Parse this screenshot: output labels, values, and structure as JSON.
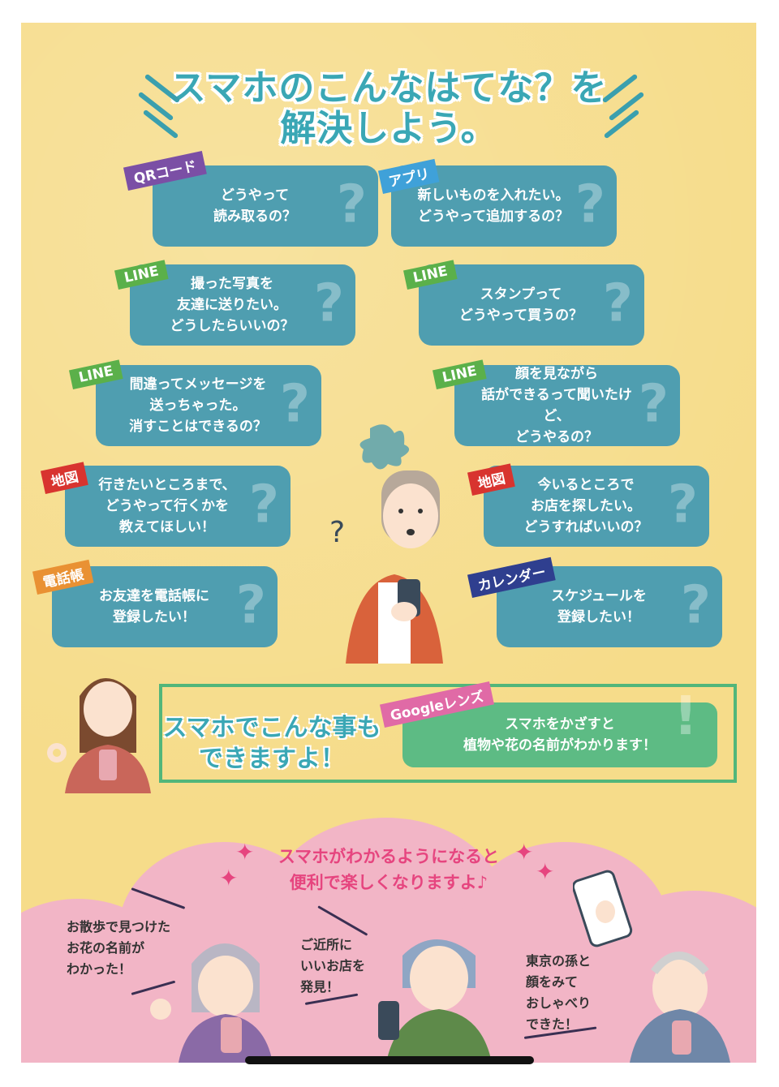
{
  "title": {
    "line1": "スマホのこんなはてな？を",
    "line2": "解決しよう。"
  },
  "questions": [
    {
      "tag": "QRコード",
      "tag_color": "#7b4fa5",
      "text": "どうやって\n読み取るの？"
    },
    {
      "tag": "アプリ",
      "tag_color": "#3fa1d9",
      "text": "新しいものを入れたい。\nどうやって追加するの？"
    },
    {
      "tag": "LINE",
      "tag_color": "#5bb04a",
      "text": "撮った写真を\n友達に送りたい。\nどうしたらいいの？"
    },
    {
      "tag": "LINE",
      "tag_color": "#5bb04a",
      "text": "スタンプって\nどうやって買うの？"
    },
    {
      "tag": "LINE",
      "tag_color": "#5bb04a",
      "text": "間違ってメッセージを\n送っちゃった。\n消すことはできるの？"
    },
    {
      "tag": "LINE",
      "tag_color": "#5bb04a",
      "text": "顔を見ながら\n話ができるって聞いたけど、\nどうやるの？"
    },
    {
      "tag": "地図",
      "tag_color": "#d8342f",
      "text": "行きたいところまで、\nどうやって行くかを\n教えてほしい！"
    },
    {
      "tag": "地図",
      "tag_color": "#d8342f",
      "text": "今いるところで\nお店を探したい。\nどうすればいいの？"
    },
    {
      "tag": "電話帳",
      "tag_color": "#e99133",
      "text": "お友達を電話帳に\n登録したい！"
    },
    {
      "tag": "カレンダー",
      "tag_color": "#2f3f8f",
      "text": "スケジュールを\n登録したい！"
    }
  ],
  "qmark": "?",
  "feature": {
    "heading_line1": "スマホでこんな事も",
    "heading_line2": "できますよ！",
    "tag": "Googleレンズ",
    "tag_color": "#e06aa6",
    "text": "スマホをかざすと\n植物や花の名前がわかります！",
    "exclaim": "!"
  },
  "bottom": {
    "headline_line1": "スマホがわかるようになると",
    "headline_line2": "便利で楽しくなりますよ♪",
    "speech": [
      "お散歩で見つけた\nお花の名前が\nわかった！",
      "ご近所に\nいいお店を\n発見！",
      "東京の孫と\n顔をみて\nおしゃべり\nできた！"
    ]
  },
  "colors": {
    "background": "#f6dc8a",
    "question_box": "#4f9eb0",
    "title": "#3aa7b5",
    "pink_area": "#f2b5c6",
    "accent_pink": "#e6457f"
  }
}
